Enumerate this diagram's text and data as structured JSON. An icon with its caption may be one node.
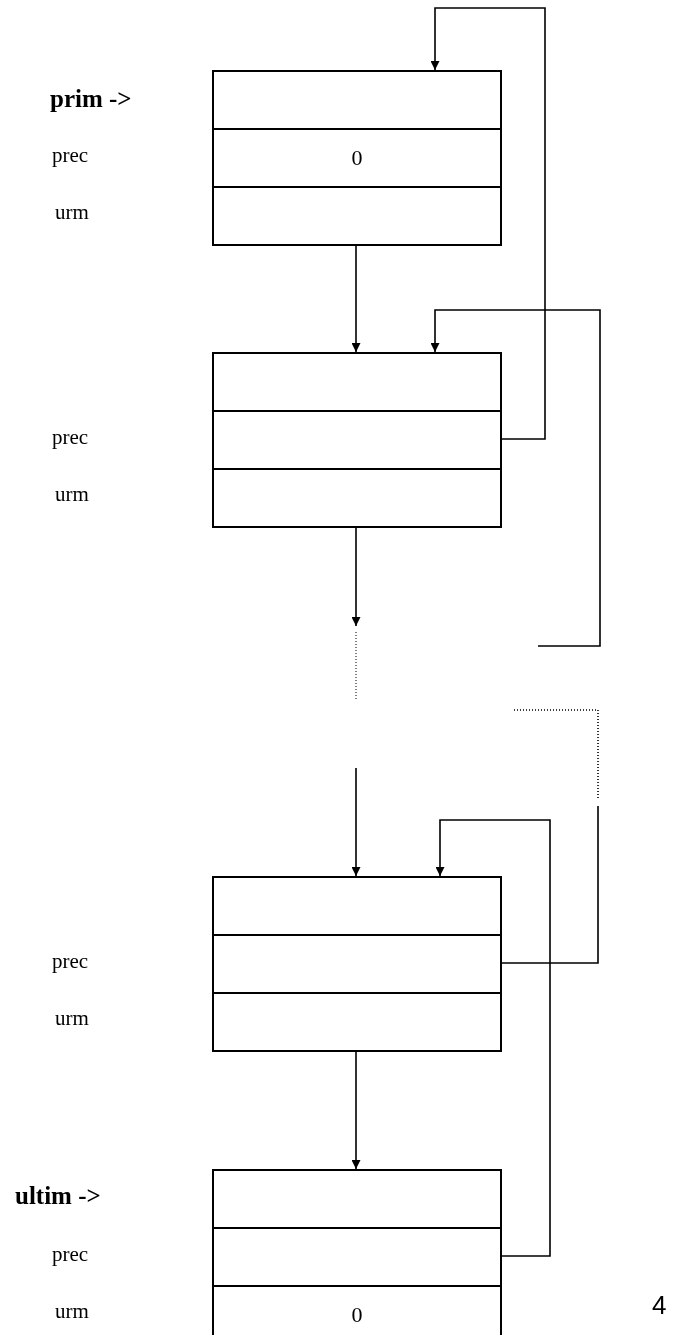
{
  "diagram": {
    "nodes": [
      {
        "text": [],
        "shape": "box"
      },
      {
        "text": [],
        "in": 0,
        "shape": "box"
      },
      {
        "text": [
          "0"
        ],
        "in": 0
      },
      {
        "text": [],
        "in": 0,
        "shape": "box"
      },
      {
        "text": [],
        "shape": "box"
      },
      {
        "text": [],
        "in": 4,
        "shape": "box"
      },
      {
        "text": [],
        "in": 4,
        "shape": "box"
      },
      {
        "text": [],
        "in": 4,
        "shape": "box"
      },
      {
        "text": [],
        "shape": "box"
      },
      {
        "text": [],
        "in": 8,
        "shape": "box"
      },
      {
        "text": [],
        "in": 8,
        "shape": "box"
      },
      {
        "text": [],
        "in": 8,
        "shape": "box"
      },
      {
        "text": [],
        "shape": "box"
      },
      {
        "text": [],
        "in": 12,
        "shape": "box"
      },
      {
        "text": [],
        "in": 12,
        "shape": "box"
      },
      {
        "text": [
          "0"
        ],
        "in": 12
      }
    ],
    "edges": [
      {
        "from": 3,
        "to": 4,
        "arrow": "to"
      },
      {
        "from": 6,
        "to": 0,
        "arrow": "to"
      },
      {
        "from": 7,
        "to": null,
        "arrow": "to"
      },
      {
        "from": null,
        "to": 8,
        "arrow": "to"
      },
      {
        "from": null,
        "to": 4,
        "arrow": "to"
      },
      {
        "from": 10,
        "to": null,
        "arrow": "none",
        "style": "dashed"
      },
      {
        "from": 14,
        "to": 8,
        "arrow": "to"
      },
      {
        "from": 11,
        "to": 12,
        "arrow": "to"
      }
    ],
    "labels": [
      "prim ->",
      "prec",
      "urm",
      "prec",
      "urm",
      "prec",
      "urm",
      "ultim ->",
      "prec",
      "urm",
      "4"
    ]
  }
}
